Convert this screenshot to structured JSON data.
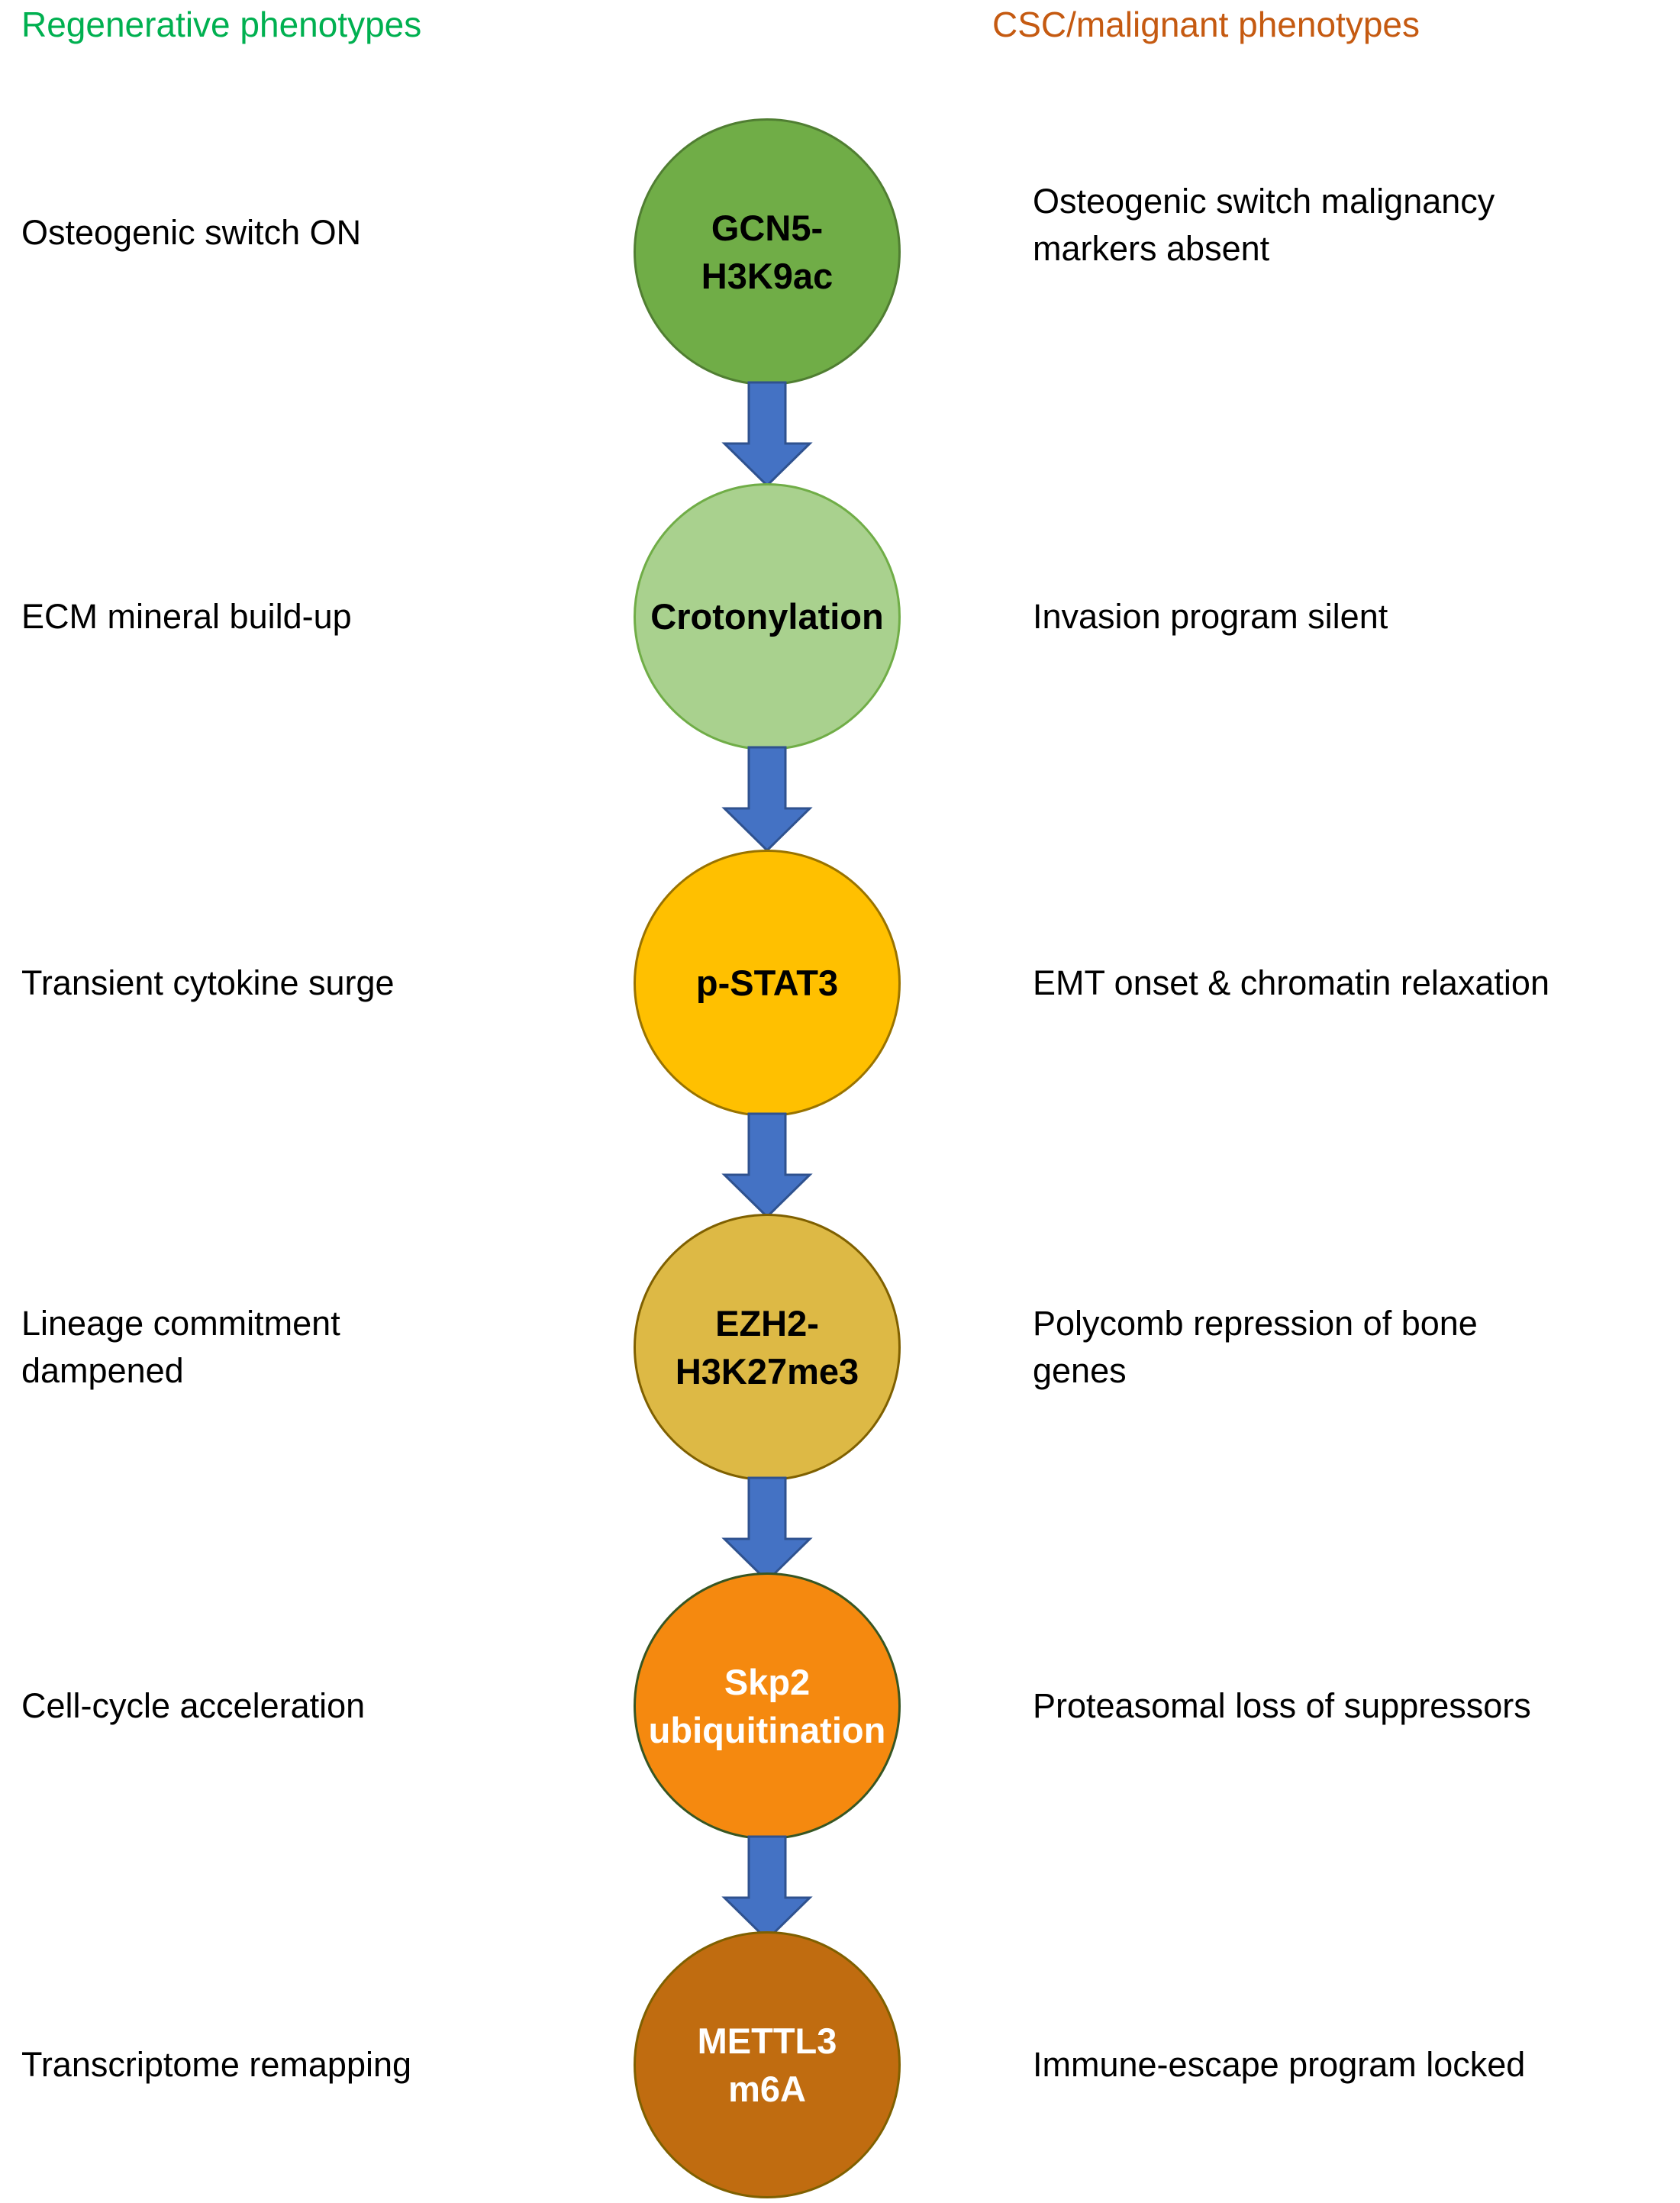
{
  "headers": {
    "left": {
      "label": "Regenerative phenotypes",
      "color": "#00b050"
    },
    "right": {
      "label": "CSC/malignant phenotypes",
      "color": "#c55a11"
    }
  },
  "arrow": {
    "fill": "#4472c4",
    "stroke": "#2f528f"
  },
  "rows": [
    {
      "left_lines": [
        "Osteogenic switch ON"
      ],
      "node": {
        "lines": [
          "GCN5-",
          "H3K9ac"
        ],
        "fill": "#70ad47",
        "border": "#507e32",
        "text_color": "#000000"
      },
      "right_lines": [
        "Osteogenic switch malignancy",
        "markers absent"
      ]
    },
    {
      "left_lines": [
        "ECM mineral build-up"
      ],
      "node": {
        "lines": [
          "Crotonylation"
        ],
        "fill": "#a9d18e",
        "border": "#70ad47",
        "text_color": "#000000"
      },
      "right_lines": [
        "Invasion program silent"
      ]
    },
    {
      "left_lines": [
        "Transient cytokine surge"
      ],
      "node": {
        "lines": [
          "p-STAT3"
        ],
        "fill": "#ffc000",
        "border": "#997300",
        "text_color": "#000000"
      },
      "right_lines": [
        "EMT onset & chromatin relaxation"
      ]
    },
    {
      "left_lines": [
        "Lineage commitment",
        "dampened"
      ],
      "node": {
        "lines": [
          "EZH2-",
          "H3K27me3"
        ],
        "fill": "#ddb945",
        "border": "#7f6000",
        "text_color": "#000000"
      },
      "right_lines": [
        "Polycomb repression of bone",
        "genes"
      ]
    },
    {
      "left_lines": [
        "Cell-cycle acceleration"
      ],
      "node": {
        "lines": [
          "Skp2",
          "ubiquitination"
        ],
        "fill": "#f5890f",
        "border": "#375623",
        "text_color": "#ffffff"
      },
      "right_lines": [
        "Proteasomal loss of suppressors"
      ]
    },
    {
      "left_lines": [
        "Transcriptome remapping"
      ],
      "node": {
        "lines": [
          "METTL3",
          "m6A"
        ],
        "fill": "#c06c10",
        "border": "#7f6000",
        "text_color": "#ffffff"
      },
      "right_lines": [
        "Immune-escape program locked"
      ]
    }
  ]
}
